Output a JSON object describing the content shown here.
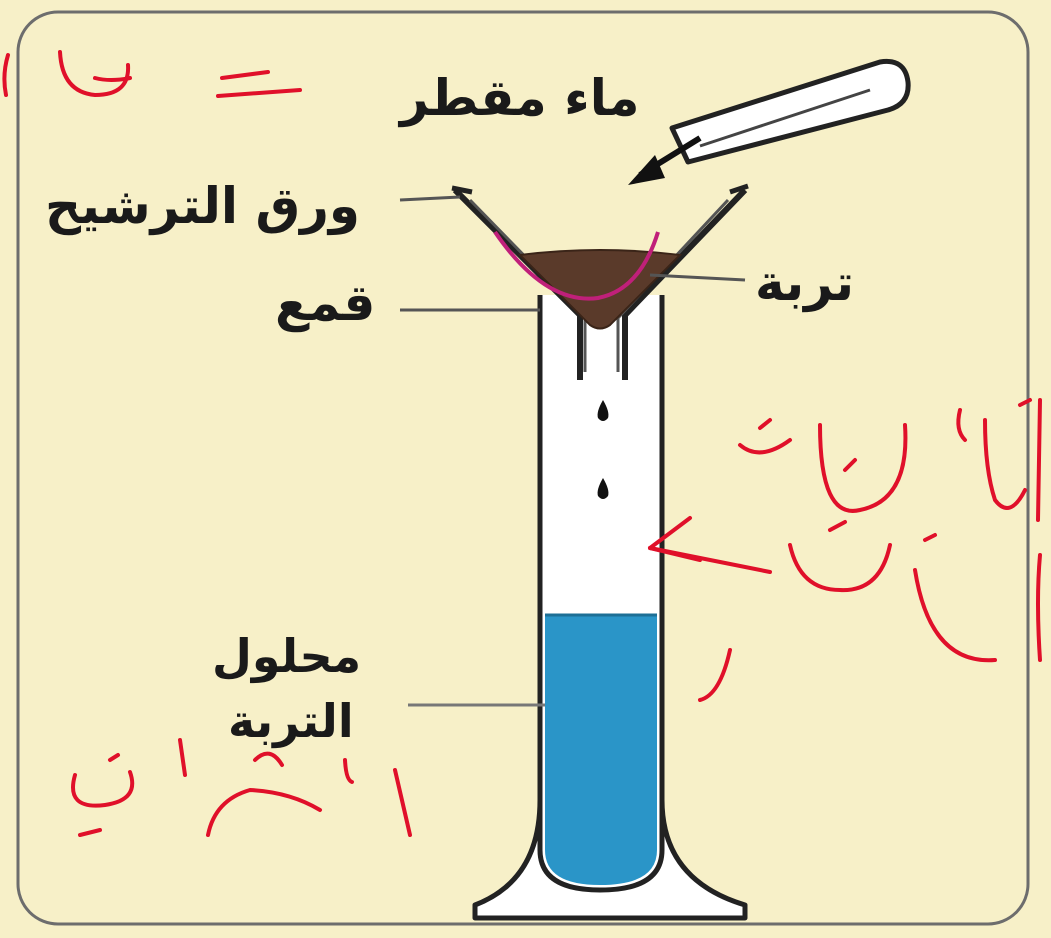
{
  "labels": {
    "distilled_water": "ماء مقطر",
    "filter_paper": "ورق الترشيح",
    "funnel": "قمع",
    "soil": "تربة",
    "soil_solution_line1": "محلول",
    "soil_solution_line2": "التربة"
  },
  "colors": {
    "background": "#f7f0c8",
    "soil": "#5a3a2a",
    "solution": "#2a95c8",
    "annotation_ink": "#e0102a",
    "filter_outline": "#c0207a"
  }
}
